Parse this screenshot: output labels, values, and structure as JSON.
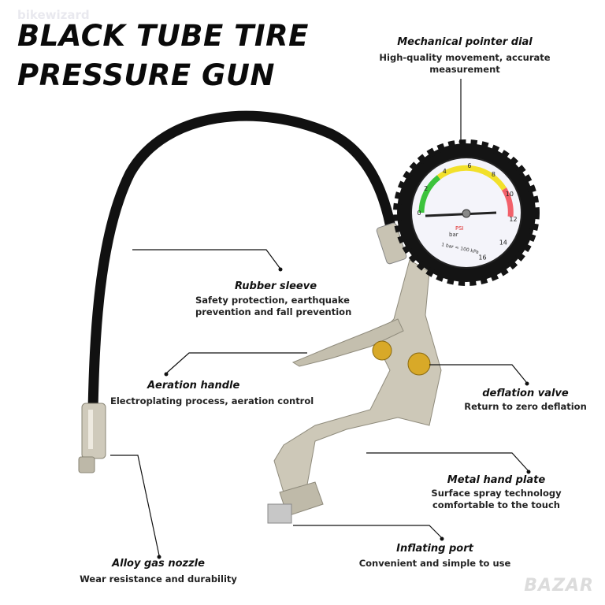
{
  "watermark": "bikewizard",
  "title": {
    "line1": "BLACK TUBE TIRE",
    "line2": "PRESSURE GUN"
  },
  "callouts": {
    "dial": {
      "heading": "Mechanical pointer dial",
      "line1": "High-quality movement, accurate",
      "line2": "measurement"
    },
    "sleeve": {
      "heading": "Rubber sleeve",
      "line1": "Safety protection, earthquake",
      "line2": "prevention and fall prevention"
    },
    "handle": {
      "heading": "Aeration handle",
      "line1": "Electroplating process, aeration control"
    },
    "deflation": {
      "heading": "deflation valve",
      "line1": "Return to zero deflation"
    },
    "plate": {
      "heading": "Metal hand plate",
      "line1": "Surface spray technology",
      "line2": "comfortable to the touch"
    },
    "port": {
      "heading": "Inflating port",
      "line1": "Convenient and simple to use"
    },
    "nozzle": {
      "heading": "Alloy gas nozzle",
      "line1": "Wear resistance and durability"
    }
  },
  "gauge": {
    "bar_labels": [
      "0",
      "2",
      "4",
      "6",
      "8",
      "10",
      "12",
      "14",
      "16"
    ],
    "unit_bar": "bar",
    "unit_psi": "PSI",
    "conversion": "1 bar = 100 kPa"
  },
  "bazar_watermark": "BAZAR",
  "colors": {
    "green": "#3cc33c",
    "yellow": "#f2e02a",
    "red": "#f2606a",
    "hose": "#111111",
    "metal": "#c9c4b4",
    "brass": "#d8a928"
  }
}
